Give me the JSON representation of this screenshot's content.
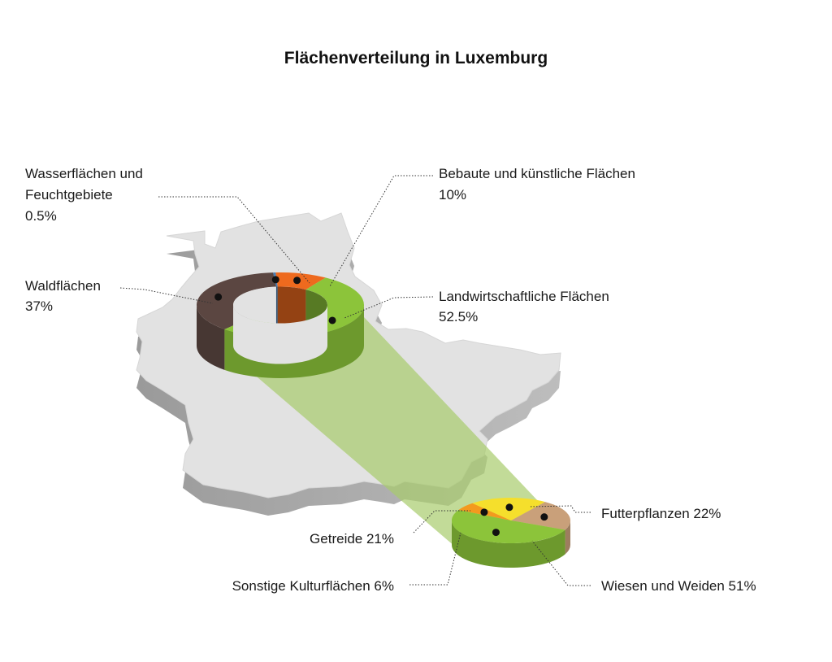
{
  "chart_data": [
    {
      "type": "pie",
      "title": "Flächenverteilung in Luxemburg",
      "subtitle": "",
      "slices": [
        {
          "label": "Wasserflächen und Feuchtgebiete",
          "value": 0.5,
          "value_label": "0.5%",
          "color": "#4a7fb5"
        },
        {
          "label": "Bebaute und künstliche Flächen",
          "value": 10,
          "value_label": "10%",
          "color": "#ee6a1e"
        },
        {
          "label": "Landwirtschaftliche Flächen",
          "value": 52.5,
          "value_label": "52.5%",
          "color": "#8cc43a"
        },
        {
          "label": "Waldflächen",
          "value": 37,
          "value_label": "37%",
          "color": "#5b4641"
        }
      ]
    },
    {
      "type": "pie",
      "title": "",
      "slices": [
        {
          "label": "Futterpflanzen",
          "value": 22,
          "value_label": "22%",
          "color": "#c9a07a"
        },
        {
          "label": "Wiesen und Weiden",
          "value": 51,
          "value_label": "51%",
          "color": "#8cc43a"
        },
        {
          "label": "Sonstige Kulturflächen",
          "value": 6,
          "value_label": "6%",
          "color": "#f39a1e"
        },
        {
          "label": "Getreide",
          "value": 21,
          "value_label": "21%",
          "color": "#f5df2c"
        }
      ]
    }
  ],
  "texts": {
    "title": "Flächenverteilung in Luxemburg",
    "water_line1": "Wasserflächen und",
    "water_line2": "Feuchtgebiete",
    "water_pct": "0.5%",
    "built_line1": "Bebaute und künstliche Flächen",
    "built_pct": "10%",
    "forest_line1": "Waldflächen",
    "forest_pct": "37%",
    "agri_line1": "Landwirtschaftliche Flächen",
    "agri_pct": "52.5%",
    "futter": "Futterpflanzen 22%",
    "getreide": "Getreide 21%",
    "wiesen": "Wiesen und Weiden 51%",
    "sonstige": "Sonstige Kulturflächen 6%"
  },
  "colors": {
    "map_top": "#e2e2e2",
    "map_side": "#a9a9a9",
    "beam": "#a8cc6c"
  }
}
